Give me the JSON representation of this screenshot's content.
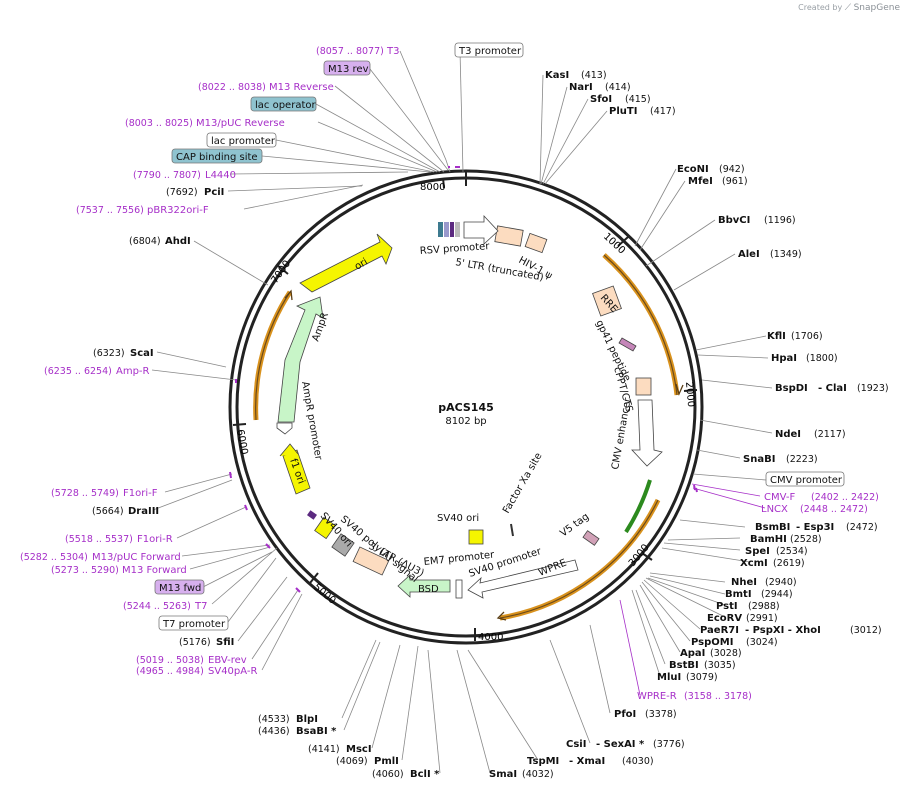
{
  "credit": {
    "prefix": "Created by",
    "brand": "SnapGene"
  },
  "plasmid": {
    "name": "pACS145",
    "length": "8102 bp"
  },
  "ticks": [
    "1000",
    "2000",
    "3000",
    "4000",
    "5000",
    "6000",
    "7000",
    "8000"
  ],
  "features_inner": [
    {
      "id": "rsv",
      "label": "RSV promoter"
    },
    {
      "id": "ltr5",
      "label": "5' LTR (truncated)"
    },
    {
      "id": "hiv",
      "label": "HIV-1 ψ"
    },
    {
      "id": "rre",
      "label": "RRE"
    },
    {
      "id": "gp41",
      "label": "gp41 peptide"
    },
    {
      "id": "cppt",
      "label": "cPPT/CTS"
    },
    {
      "id": "cmvenh",
      "label": "CMV enhancer"
    },
    {
      "id": "factorxa",
      "label": "Factor Xa site"
    },
    {
      "id": "sv40ori_c",
      "label": "SV40 ori"
    },
    {
      "id": "v5",
      "label": "V5 tag"
    },
    {
      "id": "wpre",
      "label": "WPRE"
    },
    {
      "id": "sv40prom",
      "label": "SV40 promoter"
    },
    {
      "id": "em7",
      "label": "EM7 promoter"
    },
    {
      "id": "bsd",
      "label": "BSD"
    },
    {
      "id": "ltr3",
      "label": "3' LTR (ΔU3)"
    },
    {
      "id": "sv40pa",
      "label": "SV40 poly(A) signal"
    },
    {
      "id": "sv40ori_l",
      "label": "SV40 ori"
    },
    {
      "id": "f1ori",
      "label": "f1 ori"
    },
    {
      "id": "amprprom",
      "label": "AmpR promoter"
    },
    {
      "id": "ampr",
      "label": "AmpR"
    },
    {
      "id": "ori",
      "label": "ori"
    }
  ],
  "labels": [
    {
      "id": "t3",
      "pos": "(8057 .. 8077)",
      "name": "T3",
      "color": "purple"
    },
    {
      "id": "t3prom",
      "name": "T3 promoter",
      "box": "white"
    },
    {
      "id": "m13rev",
      "name": "M13 rev",
      "box": "purple"
    },
    {
      "id": "m13reverse",
      "pos": "(8022 .. 8038)",
      "name": "M13 Reverse",
      "color": "purple"
    },
    {
      "id": "lacop",
      "name": "lac operator",
      "box": "teal"
    },
    {
      "id": "m13puc_rev",
      "pos": "(8003 .. 8025)",
      "name": "M13/pUC Reverse",
      "color": "purple"
    },
    {
      "id": "lacprom",
      "name": "lac promoter",
      "box": "white"
    },
    {
      "id": "cap",
      "name": "CAP binding site",
      "box": "teal"
    },
    {
      "id": "l4440",
      "pos": "(7790 .. 7807)",
      "name": "L4440",
      "color": "purple"
    },
    {
      "id": "pcii",
      "pos": "(7692)",
      "name": "PciI",
      "color": "black"
    },
    {
      "id": "pbr322",
      "pos": "(7537 .. 7556)",
      "name": "pBR322ori-F",
      "color": "purple"
    },
    {
      "id": "ahdi",
      "pos": "(6804)",
      "name": "AhdI",
      "color": "black"
    },
    {
      "id": "scai",
      "pos": "(6323)",
      "name": "ScaI",
      "color": "black"
    },
    {
      "id": "ampr_primer",
      "pos": "(6235 .. 6254)",
      "name": "Amp-R",
      "color": "purple"
    },
    {
      "id": "f1orif",
      "pos": "(5728 .. 5749)",
      "name": "F1ori-F",
      "color": "purple"
    },
    {
      "id": "draiii",
      "pos": "(5664)",
      "name": "DraIII",
      "color": "black"
    },
    {
      "id": "f1orir",
      "pos": "(5518 .. 5537)",
      "name": "F1ori-R",
      "color": "purple"
    },
    {
      "id": "m13puc_fwd",
      "pos": "(5282 .. 5304)",
      "name": "M13/pUC Forward",
      "color": "purple"
    },
    {
      "id": "m13forward",
      "pos": "(5273 .. 5290)",
      "name": "M13 Forward",
      "color": "purple"
    },
    {
      "id": "m13fwd",
      "name": "M13 fwd",
      "box": "purple"
    },
    {
      "id": "t7",
      "pos": "(5244 .. 5263)",
      "name": "T7",
      "color": "purple"
    },
    {
      "id": "t7prom",
      "name": "T7 promoter",
      "box": "white"
    },
    {
      "id": "sfii",
      "pos": "(5176)",
      "name": "SfiI",
      "color": "black"
    },
    {
      "id": "ebvrev",
      "pos": "(5019 .. 5038)",
      "name": "EBV-rev",
      "color": "purple"
    },
    {
      "id": "sv40par",
      "pos": "(4965 .. 4984)",
      "name": "SV40pA-R",
      "color": "purple"
    },
    {
      "id": "blpi",
      "pos": "(4533)",
      "name": "BlpI",
      "color": "black"
    },
    {
      "id": "bsabi",
      "pos": "(4436)",
      "name": "BsaBI *",
      "color": "black"
    },
    {
      "id": "msci",
      "pos": "(4141)",
      "name": "MscI",
      "color": "black"
    },
    {
      "id": "pmli",
      "pos": "(4069)",
      "name": "PmlI",
      "color": "black"
    },
    {
      "id": "bcli",
      "pos": "(4060)",
      "name": "BclI *",
      "color": "black"
    },
    {
      "id": "smai",
      "pos": "(4032)",
      "name": "SmaI",
      "color": "black"
    },
    {
      "id": "tspmi",
      "pos": "(4030)",
      "name": "TspMI",
      "extra": "- XmaI",
      "color": "black"
    },
    {
      "id": "csii",
      "pos": "(3776)",
      "name": "CsiI",
      "extra": "- SexAI *",
      "color": "black"
    },
    {
      "id": "pfoi",
      "pos": "(3378)",
      "name": "PfoI",
      "color": "black"
    },
    {
      "id": "wprer",
      "pos": "(3158 .. 3178)",
      "name": "WPRE-R",
      "color": "purple"
    },
    {
      "id": "mlui",
      "pos": "(3079)",
      "name": "MluI",
      "color": "black"
    },
    {
      "id": "bstbi",
      "pos": "(3035)",
      "name": "BstBI",
      "color": "black"
    },
    {
      "id": "apai",
      "pos": "(3028)",
      "name": "ApaI",
      "color": "black"
    },
    {
      "id": "pspomi",
      "pos": "(3024)",
      "name": "PspOMI",
      "color": "black"
    },
    {
      "id": "paer7i",
      "pos": "(3012)",
      "name": "PaeR7I",
      "extra": "- PspXI - XhoI",
      "color": "black"
    },
    {
      "id": "ecorv",
      "pos": "(2991)",
      "name": "EcoRV",
      "color": "black"
    },
    {
      "id": "psti",
      "pos": "(2988)",
      "name": "PstI",
      "color": "black"
    },
    {
      "id": "bmti",
      "pos": "(2944)",
      "name": "BmtI",
      "color": "black"
    },
    {
      "id": "nhei",
      "pos": "(2940)",
      "name": "NheI",
      "color": "black"
    },
    {
      "id": "xcmi",
      "pos": "(2619)",
      "name": "XcmI",
      "color": "black"
    },
    {
      "id": "spei",
      "pos": "(2534)",
      "name": "SpeI",
      "color": "black"
    },
    {
      "id": "bamhi",
      "pos": "(2528)",
      "name": "BamHI",
      "color": "black"
    },
    {
      "id": "bsmbi",
      "pos": "(2472)",
      "name": "BsmBI",
      "extra": "- Esp3I",
      "color": "black"
    },
    {
      "id": "lncx",
      "pos": "(2448 .. 2472)",
      "name": "LNCX",
      "color": "purple"
    },
    {
      "id": "cmvf",
      "pos": "(2402 .. 2422)",
      "name": "CMV-F",
      "color": "purple"
    },
    {
      "id": "cmvprom",
      "name": "CMV promoter",
      "box": "white"
    },
    {
      "id": "snabi",
      "pos": "(2223)",
      "name": "SnaBI",
      "color": "black"
    },
    {
      "id": "ndei",
      "pos": "(2117)",
      "name": "NdeI",
      "color": "black"
    },
    {
      "id": "bspdi",
      "pos": "(1923)",
      "name": "BspDI",
      "extra": "- ClaI",
      "color": "black"
    },
    {
      "id": "hpai",
      "pos": "(1800)",
      "name": "HpaI",
      "color": "black"
    },
    {
      "id": "kfli",
      "pos": "(1706)",
      "name": "KflI",
      "color": "black"
    },
    {
      "id": "alei",
      "pos": "(1349)",
      "name": "AleI",
      "color": "black"
    },
    {
      "id": "bbvci",
      "pos": "(1196)",
      "name": "BbvCI",
      "color": "black"
    },
    {
      "id": "mfei",
      "pos": "(961)",
      "name": "MfeI",
      "color": "black"
    },
    {
      "id": "econi",
      "pos": "(942)",
      "name": "EcoNI",
      "color": "black"
    },
    {
      "id": "pluti",
      "pos": "(417)",
      "name": "PluTI",
      "color": "black"
    },
    {
      "id": "sfoi",
      "pos": "(415)",
      "name": "SfoI",
      "color": "black"
    },
    {
      "id": "nari",
      "pos": "(414)",
      "name": "NarI",
      "color": "black"
    },
    {
      "id": "kasi",
      "pos": "(413)",
      "name": "KasI",
      "color": "black"
    }
  ],
  "colors": {
    "purple": "#a62fc8",
    "purple_box": "#d7b0ee",
    "teal_box": "#8fc3cf",
    "ampr": "#c8f5c8",
    "ori": "#f5f500",
    "ltr": "#fcdcc0",
    "orange_arc": "#d9921d",
    "green_arc": "#2c8a1e"
  }
}
